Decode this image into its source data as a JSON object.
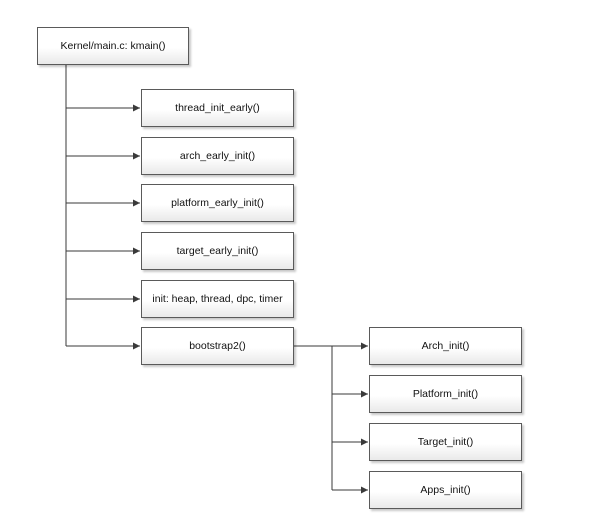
{
  "root": {
    "label": "Kernel/main.c: kmain()"
  },
  "kmain_children": [
    {
      "label": "thread_init_early()"
    },
    {
      "label": "arch_early_init()"
    },
    {
      "label": "platform_early_init()"
    },
    {
      "label": "target_early_init()"
    },
    {
      "label": "init: heap, thread, dpc, timer"
    },
    {
      "label": "bootstrap2()"
    }
  ],
  "bootstrap2_children": [
    {
      "label": "Arch_init()"
    },
    {
      "label": "Platform_init()"
    },
    {
      "label": "Target_init()"
    },
    {
      "label": "Apps_init()"
    }
  ],
  "colors": {
    "line": "#3a3a3a",
    "border": "#5a5a5a",
    "text": "#111111"
  }
}
